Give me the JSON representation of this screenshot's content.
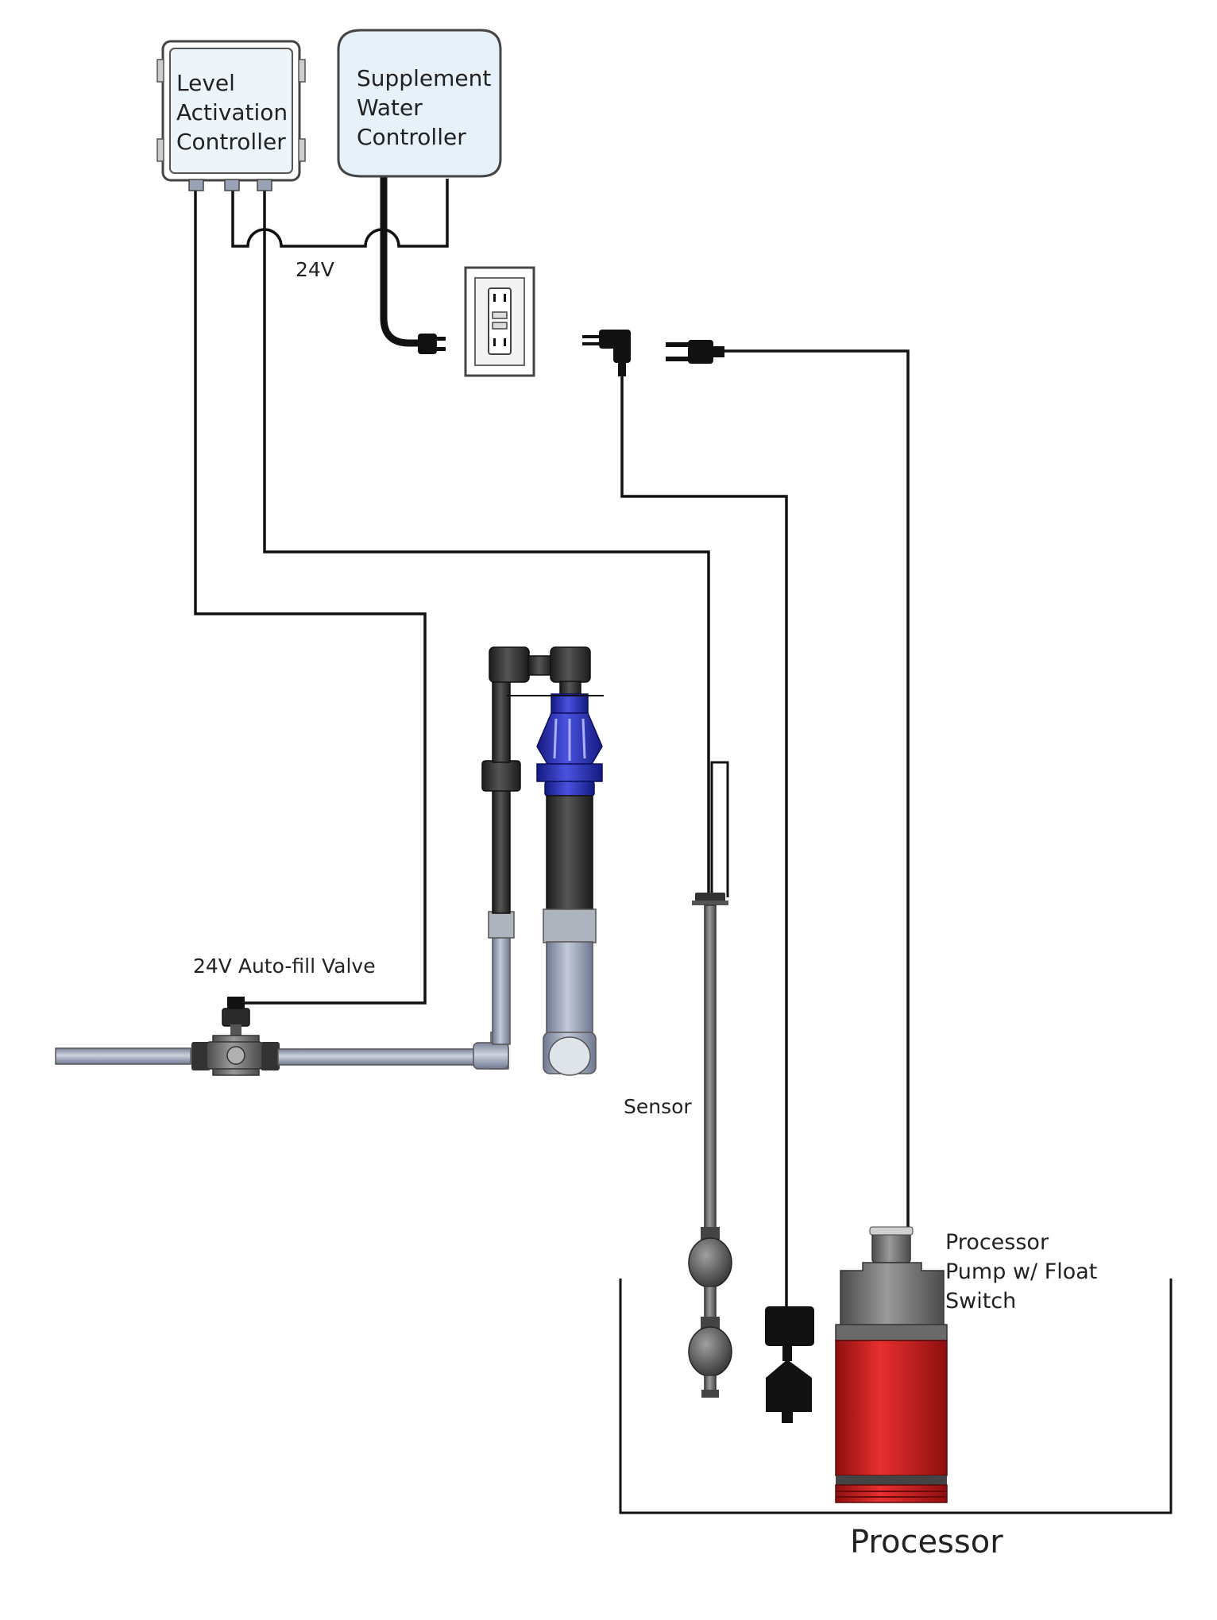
{
  "labels": {
    "level_controller": [
      "Level",
      "Activation",
      "Controller"
    ],
    "supplement_controller": [
      "Supplement",
      "Water",
      "Controller"
    ],
    "voltage": "24V",
    "autofill_valve": "24V Auto-fill Valve",
    "sensor": "Sensor",
    "pump": [
      "Processor",
      "Pump w/ Float",
      "Switch"
    ],
    "processor": "Processor"
  },
  "colors": {
    "controller_fill": "#eef5fa",
    "pump_body": "#d42020",
    "valve_head": "#2a2fb0",
    "pipe_dark": "#2e2e2e",
    "pipe_light": "#9aa3b5",
    "wire": "#111111"
  }
}
